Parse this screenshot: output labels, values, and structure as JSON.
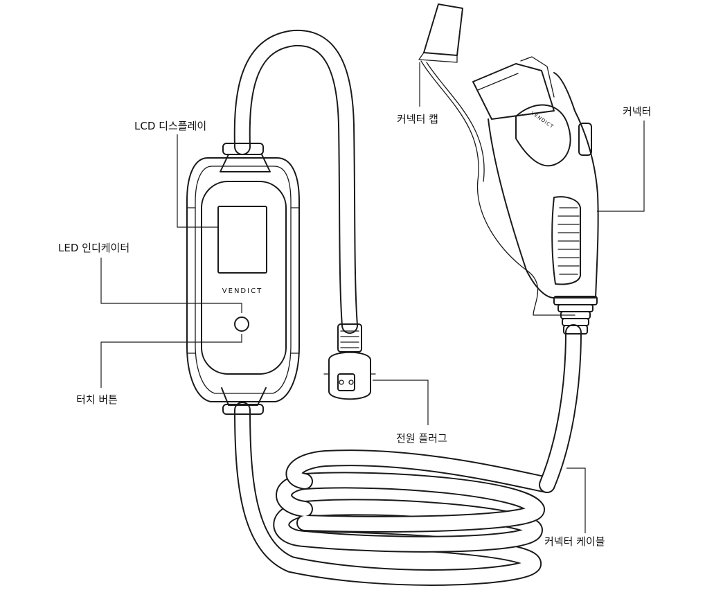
{
  "labels": {
    "lcd_display": "LCD 디스플레이",
    "led_indicator": "LED 인디케이터",
    "touch_button": "터치 버튼",
    "connector_cap": "커넥터 캡",
    "connector": "커넥터",
    "power_plug": "전원 플러그",
    "connector_cable": "커넥터 케이블"
  },
  "device": {
    "brand": "VENDICT",
    "connector_brand": "VENDICT"
  },
  "colors": {
    "line": "#1a1a1a",
    "background": "#ffffff"
  }
}
